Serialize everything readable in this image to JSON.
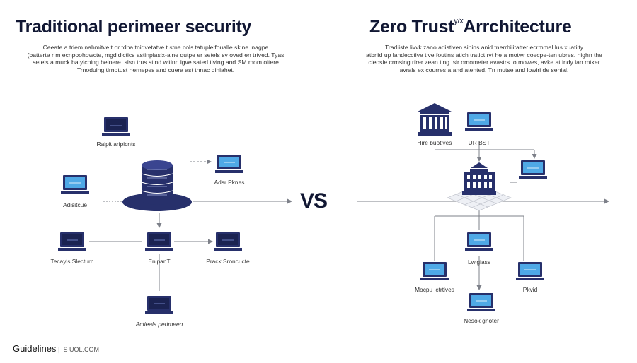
{
  "left": {
    "title": "Traditional perimeer security",
    "description": [
      "Ceeate a triem nahmitve t or tdha tnidvetatve t stne cols tatupleifoualle skine inagpe",
      "(batterte r m ecnpoohowcte, mgdidictics astinpiaslx-aine qutpe er setels sv oved en trtved. Tyas",
      "setels  a muck batyicping beinere.  sisn trus stind witinn igve sated tiving and SM mom oitere",
      "Trnoduing tirnotust hernepes and cuera ast tnnac dihiahet."
    ],
    "labels": {
      "top_laptop": "Ralpit aripicnts",
      "right_laptop": "Adsr Pknes",
      "left_laptop": "Adisitcue",
      "bottom_left": "Tecayls Slecturn",
      "bottom_center": "EnipanT",
      "bottom_right": "Prack Sroncucte",
      "bottom": "Actieals perimeen"
    }
  },
  "right": {
    "title": "Zero Trust",
    "title_extra": "y/x",
    "title_tail": "Arrchitecture",
    "description": [
      "Tradiiste livvk zano adistiven sinins  anid tnerrhiiitatter ecrmmal lus xuatiity",
      "atbriid up landecctive tive foutins atich tratict rvt he a motwr coecpe-ten ubres. highn the",
      "cieosie crmsing rfrer zean.ting. sir omometer avastrs to mowes, avke at indy ian mtker",
      "avrals ex courres a and atented. Tn mutse and lowiri de senial."
    ],
    "labels": {
      "top_building": "Hire buotives",
      "top_laptop": "UR BST",
      "center_right": "Lwigiass",
      "left": "Mocpu ictrtives",
      "right": "Pkvid",
      "bottom": "Nesok gnoter"
    }
  },
  "vs_label": "VS",
  "footer": {
    "brand": "Guidelines",
    "sub": "❘ S UOL.COM"
  },
  "colors": {
    "navy": "#27306b",
    "screen": "#4fa9e6",
    "line": "#7d8089"
  }
}
